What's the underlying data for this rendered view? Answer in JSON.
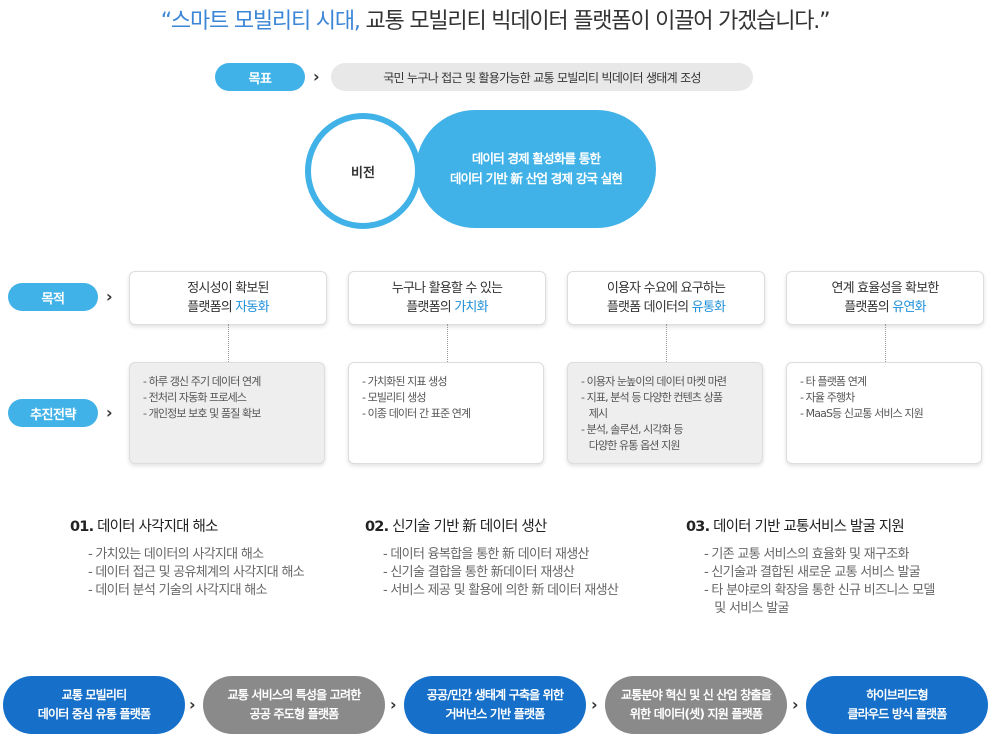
{
  "headline": {
    "open_quote": "“",
    "blue_text": "스마트 모빌리티 시대,",
    "rest_text": " 교통 모빌리티 빅데이터 플랫폼이 이끌어 가겠습니다.",
    "close_quote": "”"
  },
  "goal": {
    "label": "목표",
    "text": "국민 누구나 접근 및 활용가능한 교통 모빌리티 빅데이터 생태계 조성"
  },
  "vision": {
    "label": "비전",
    "line1": "데이터 경제 활성화를 통한",
    "line2": "데이터 기반 新 산업 경제 강국 실현"
  },
  "purpose": {
    "label": "목적",
    "cards": [
      {
        "line1": "정시성이 확보된",
        "line2_prefix": "플랫폼의 ",
        "line2_highlight": "자동화"
      },
      {
        "line1": "누구나 활용할 수 있는",
        "line2_prefix": "플랫폼의 ",
        "line2_highlight": "가치화"
      },
      {
        "line1": "이용자 수요에 요구하는",
        "line2_prefix": "플랫폼 데이터의 ",
        "line2_highlight": "유통화"
      },
      {
        "line1": "연계 효율성을 확보한",
        "line2_prefix": "플랫폼의 ",
        "line2_highlight": "유연화"
      }
    ]
  },
  "strategy": {
    "label": "추진전략",
    "cards": [
      {
        "items": [
          "- 하루 갱신 주기 데이터 연계",
          "- 전처리 자동화 프로세스",
          "- 개인정보 보호 및 품질 확보"
        ]
      },
      {
        "items": [
          "- 가치화된 지표 생성",
          "- 모빌리티 생성",
          "- 이종 데이터 간 표준 연계"
        ]
      },
      {
        "items": [
          "- 이용자 눈높이의 데이터 마켓 마련",
          "- 지표, 분석 등 다양한 컨텐츠 상품",
          "   제시",
          "- 분석, 솔루션, 시각화 등",
          "   다양한 유통 옵션 지원"
        ]
      },
      {
        "items": [
          "- 타 플랫폼 연계",
          "- 자율 주행차",
          "- MaaS등 신교통 서비스 지원"
        ]
      }
    ]
  },
  "sections": [
    {
      "number": "01.",
      "title": " 데이터 사각지대 해소",
      "items": [
        "- 가치있는 데이터의 사각지대 해소",
        "- 데이터 접근 및 공유체계의 사각지대 해소",
        "- 데이터 분석 기술의 사각지대 해소"
      ]
    },
    {
      "number": "02.",
      "title": " 신기술 기반 新 데이터 생산",
      "items": [
        "- 데이터 융복합을 통한 新 데이터 재생산",
        "- 신기술 결합을 통한 新데이터 재생산",
        "- 서비스 제공 및 활용에 의한 新 데이터 재생산"
      ]
    },
    {
      "number": "03.",
      "title": " 데이터 기반 교통서비스 발굴 지원",
      "items": [
        "- 기존 교통 서비스의 효율화 및 재구조화",
        "- 신기술과 결합된 새로운 교통 서비스 발굴",
        "- 타 분야로의 확장을 통한 신규 비즈니스 모델",
        "   및 서비스 발굴"
      ]
    }
  ],
  "flow": [
    {
      "line1": "교통 모빌리티",
      "line2": "데이터 중심 유통 플랫폼",
      "color": "#1670c9"
    },
    {
      "line1": "교통 서비스의 특성을 고려한",
      "line2": "공공 주도형 플랫폼",
      "color": "#8a8a8a"
    },
    {
      "line1": "공공/민간 생태계 구축을 위한",
      "line2": "거버넌스 기반 플랫폼",
      "color": "#1670c9"
    },
    {
      "line1": "교통분야 혁신 및 신 산업 창출을",
      "line2": "위한 데이터(셋) 지원 플랫폼",
      "color": "#8a8a8a"
    },
    {
      "line1": "하이브리드형",
      "line2": "클라우드 방식 플랫폼",
      "color": "#1670c9"
    }
  ],
  "icons": {
    "arrow": "chevron-right-icon"
  }
}
